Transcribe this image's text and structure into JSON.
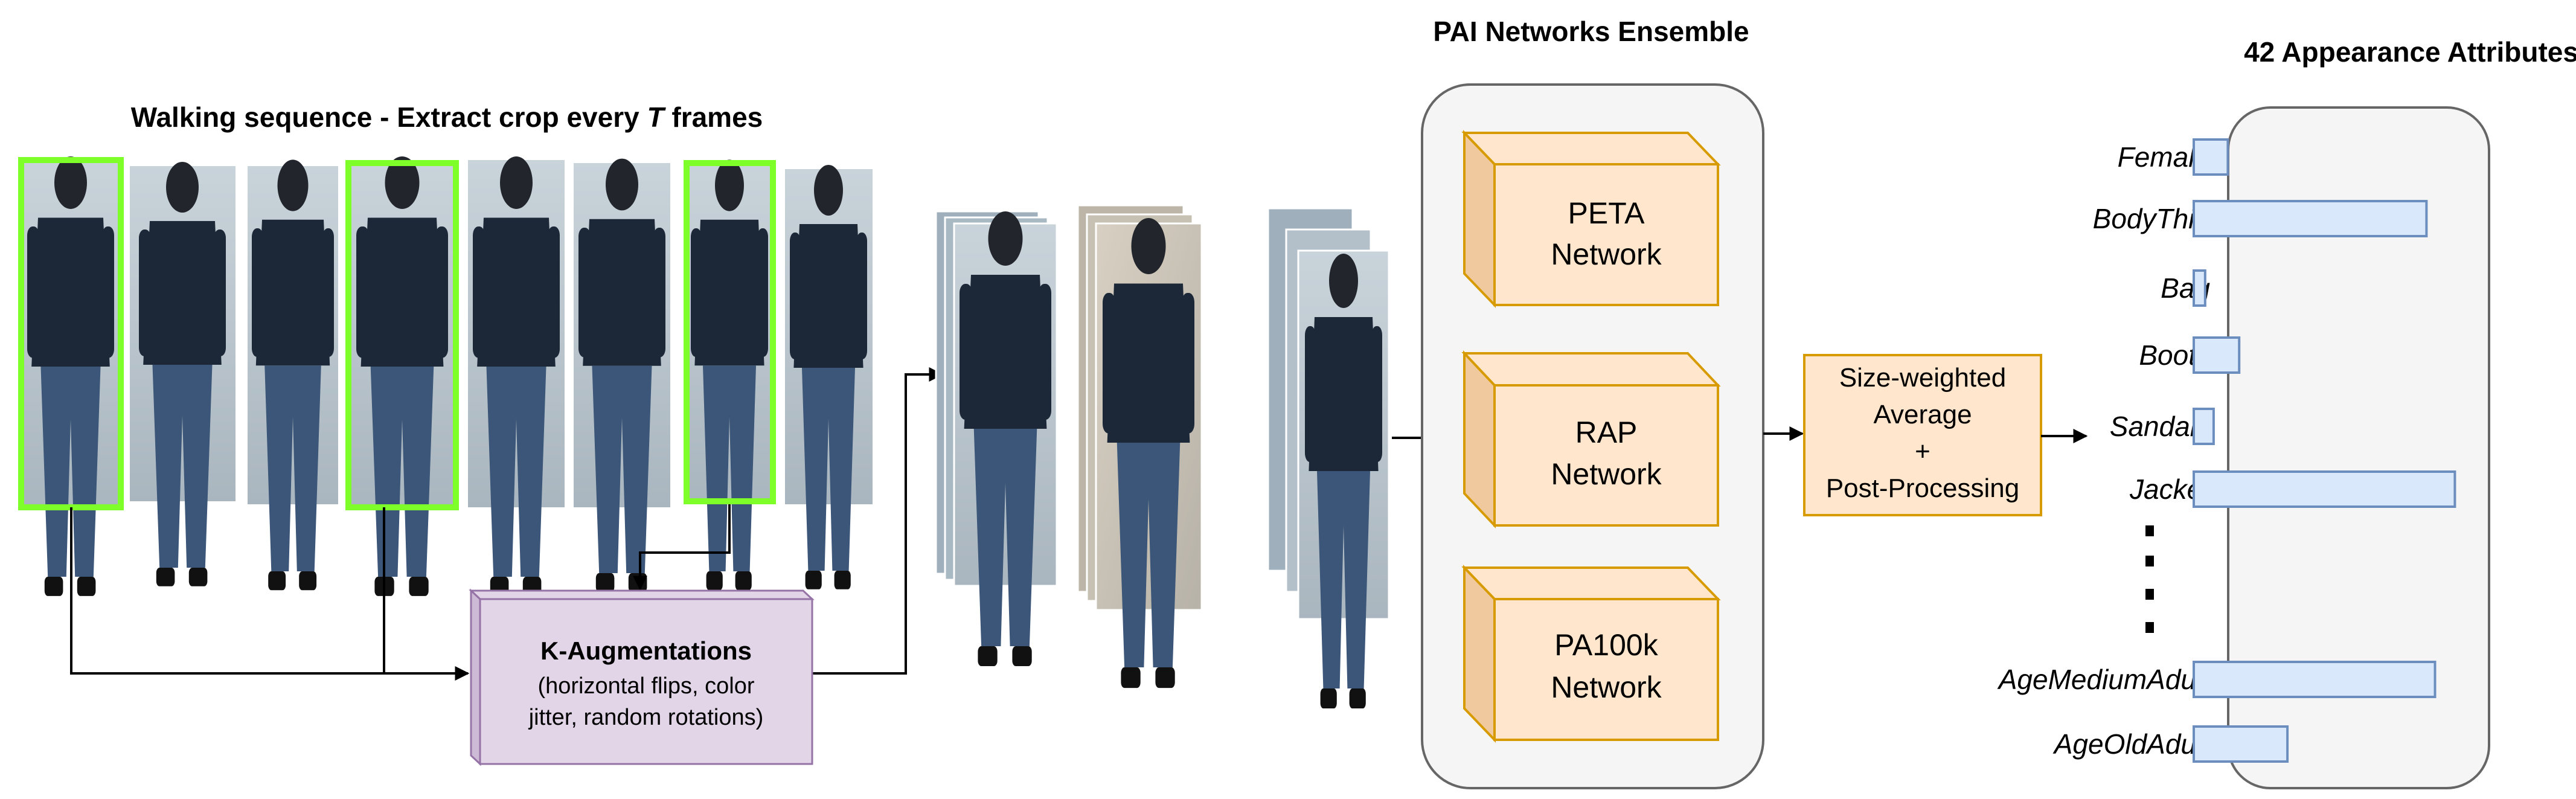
{
  "walking": {
    "title_prefix": "Walking sequence - Extract crop every ",
    "title_var": "T",
    "title_suffix": " frames"
  },
  "augmentation": {
    "title": "K-Augmentations",
    "desc_line1": "(horizontal flips, color",
    "desc_line2": "jitter, random rotations)"
  },
  "ensemble": {
    "title": "PAI Networks Ensemble",
    "networks": [
      {
        "line1": "PETA",
        "line2": "Network"
      },
      {
        "line1": "RAP",
        "line2": "Network"
      },
      {
        "line1": "PA100k",
        "line2": "Network"
      }
    ]
  },
  "averaging": {
    "line1": "Size-weighted",
    "line2": "Average",
    "line3": "+",
    "line4": "Post-Processing"
  },
  "attributes": {
    "title": "42 Appearance Attributes",
    "items": [
      {
        "name": "Female",
        "value": 0.12
      },
      {
        "name": "BodyThin",
        "value": 0.82
      },
      {
        "name": "Bag",
        "value": 0.04
      },
      {
        "name": "Boots",
        "value": 0.16
      },
      {
        "name": "Sandals",
        "value": 0.07
      },
      {
        "name": "Jacket",
        "value": 0.92
      },
      {
        "name": "AgeMediumAdult",
        "value": 0.85
      },
      {
        "name": "AgeOldAdult",
        "value": 0.33
      }
    ]
  },
  "colors": {
    "frame_highlight": "#7fff2a",
    "network_fill": "#ffe6cc",
    "network_stroke": "#d79b00",
    "aug_fill": "#e1d5e7",
    "aug_stroke": "#9673a6",
    "bar_fill": "#dae8fc",
    "bar_stroke": "#6c8ebf"
  }
}
